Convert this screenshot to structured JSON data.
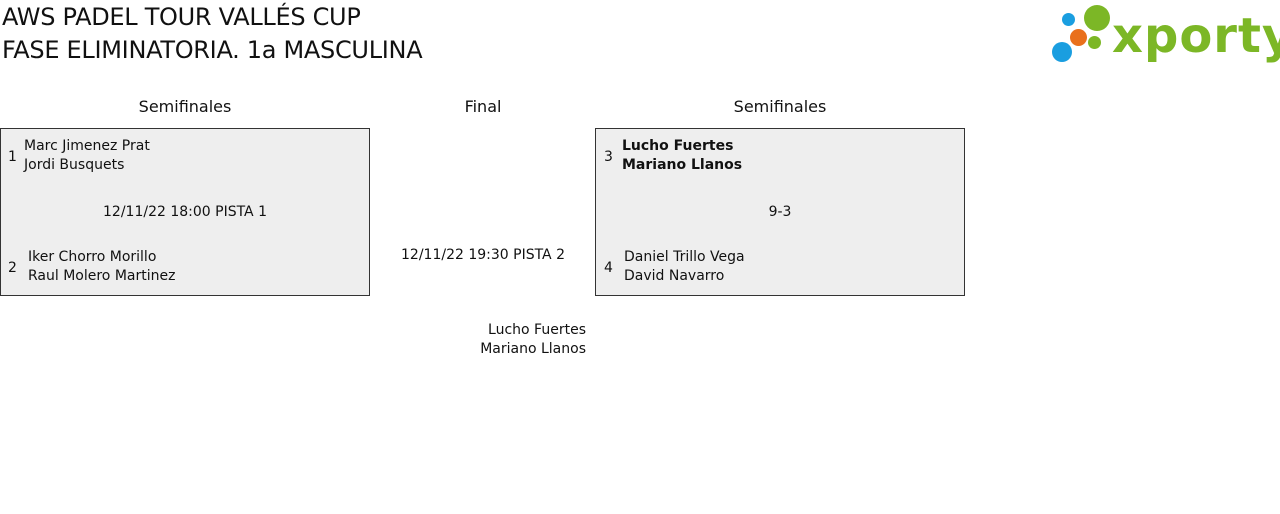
{
  "header": {
    "title_line1": "AWS PADEL TOUR VALLÉS CUP",
    "title_line2": "FASE ELIMINATORIA. 1a MASCULINA"
  },
  "logo": {
    "text": "xporty",
    "brand_green": "#7cb726",
    "dot_blue": "#1a9ee0",
    "dot_orange": "#e9701c"
  },
  "columns": {
    "left": "Semifinales",
    "center": "Final",
    "right": "Semifinales"
  },
  "matches": {
    "semi1": {
      "seed_a": "1",
      "a1": "Marc Jimenez Prat",
      "a2": "Jordi Busquets",
      "info": "12/11/22 18:00 PISTA 1",
      "seed_b": "2",
      "b1": "Iker Chorro Morillo",
      "b2": "Raul Molero Martinez"
    },
    "semi2": {
      "seed_a": "3",
      "a1": "Lucho Fuertes",
      "a2": "Mariano Llanos",
      "info": "9-3",
      "seed_b": "4",
      "b1": "Daniel Trillo Vega",
      "b2": "David Navarro"
    },
    "final": {
      "info": "12/11/22 19:30 PISTA 2",
      "p1": "Lucho Fuertes",
      "p2": "Mariano Llanos"
    }
  }
}
